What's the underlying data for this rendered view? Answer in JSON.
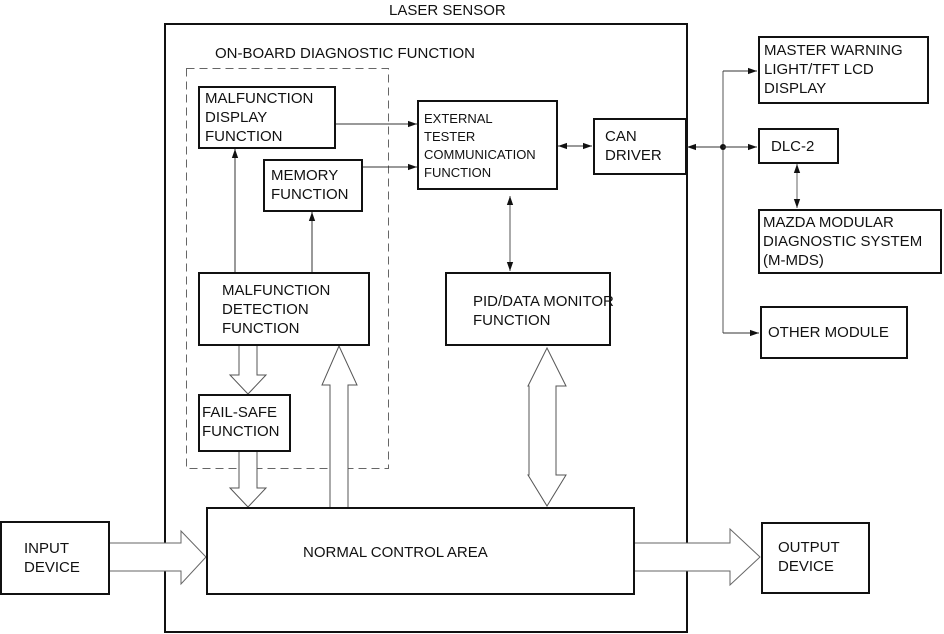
{
  "diagram": {
    "title": "LASER SENSOR",
    "obd_group_label": "ON-BOARD DIAGNOSTIC FUNCTION",
    "blocks": {
      "malfunction_display": "MALFUNCTION\nDISPLAY\nFUNCTION",
      "memory": "MEMORY\nFUNCTION",
      "external_tester": "EXTERNAL\nTESTER\nCOMMUNICATION\nFUNCTION",
      "can_driver": "CAN\nDRIVER",
      "malfunction_detection": "MALFUNCTION\nDETECTION\nFUNCTION",
      "fail_safe": "FAIL-SAFE\nFUNCTION",
      "pid_data_monitor": "PID/DATA MONITOR\nFUNCTION",
      "normal_control": "NORMAL CONTROL AREA",
      "input_device": "INPUT\nDEVICE",
      "output_device": "OUTPUT\nDEVICE",
      "master_warning": "MASTER WARNING\nLIGHT/TFT LCD\nDISPLAY",
      "dlc2": "DLC-2",
      "mmds": "MAZDA MODULAR\nDIAGNOSTIC SYSTEM\n(M-MDS)",
      "other_module": "OTHER MODULE"
    },
    "connections": [
      {
        "from": "malfunction_detection",
        "to": "malfunction_display",
        "type": "arrow"
      },
      {
        "from": "malfunction_detection",
        "to": "memory",
        "type": "arrow"
      },
      {
        "from": "malfunction_display",
        "to": "external_tester",
        "type": "arrow"
      },
      {
        "from": "memory",
        "to": "external_tester",
        "type": "arrow"
      },
      {
        "from": "external_tester",
        "to": "can_driver",
        "type": "bidirectional"
      },
      {
        "from": "external_tester",
        "to": "pid_data_monitor",
        "type": "bidirectional"
      },
      {
        "from": "can_driver",
        "to": "bus",
        "type": "bidirectional"
      },
      {
        "from": "bus",
        "to": "master_warning",
        "type": "arrow"
      },
      {
        "from": "bus",
        "to": "dlc2",
        "type": "arrow"
      },
      {
        "from": "bus",
        "to": "other_module",
        "type": "arrow"
      },
      {
        "from": "dlc2",
        "to": "mmds",
        "type": "bidirectional"
      },
      {
        "from": "malfunction_detection",
        "to": "fail_safe",
        "type": "block-arrow"
      },
      {
        "from": "fail_safe",
        "to": "normal_control",
        "type": "block-arrow"
      },
      {
        "from": "normal_control",
        "to": "malfunction_detection",
        "type": "block-arrow"
      },
      {
        "from": "pid_data_monitor",
        "to": "normal_control",
        "type": "block-bidirectional"
      },
      {
        "from": "input_device",
        "to": "normal_control",
        "type": "block-arrow"
      },
      {
        "from": "normal_control",
        "to": "output_device",
        "type": "block-arrow"
      }
    ]
  }
}
